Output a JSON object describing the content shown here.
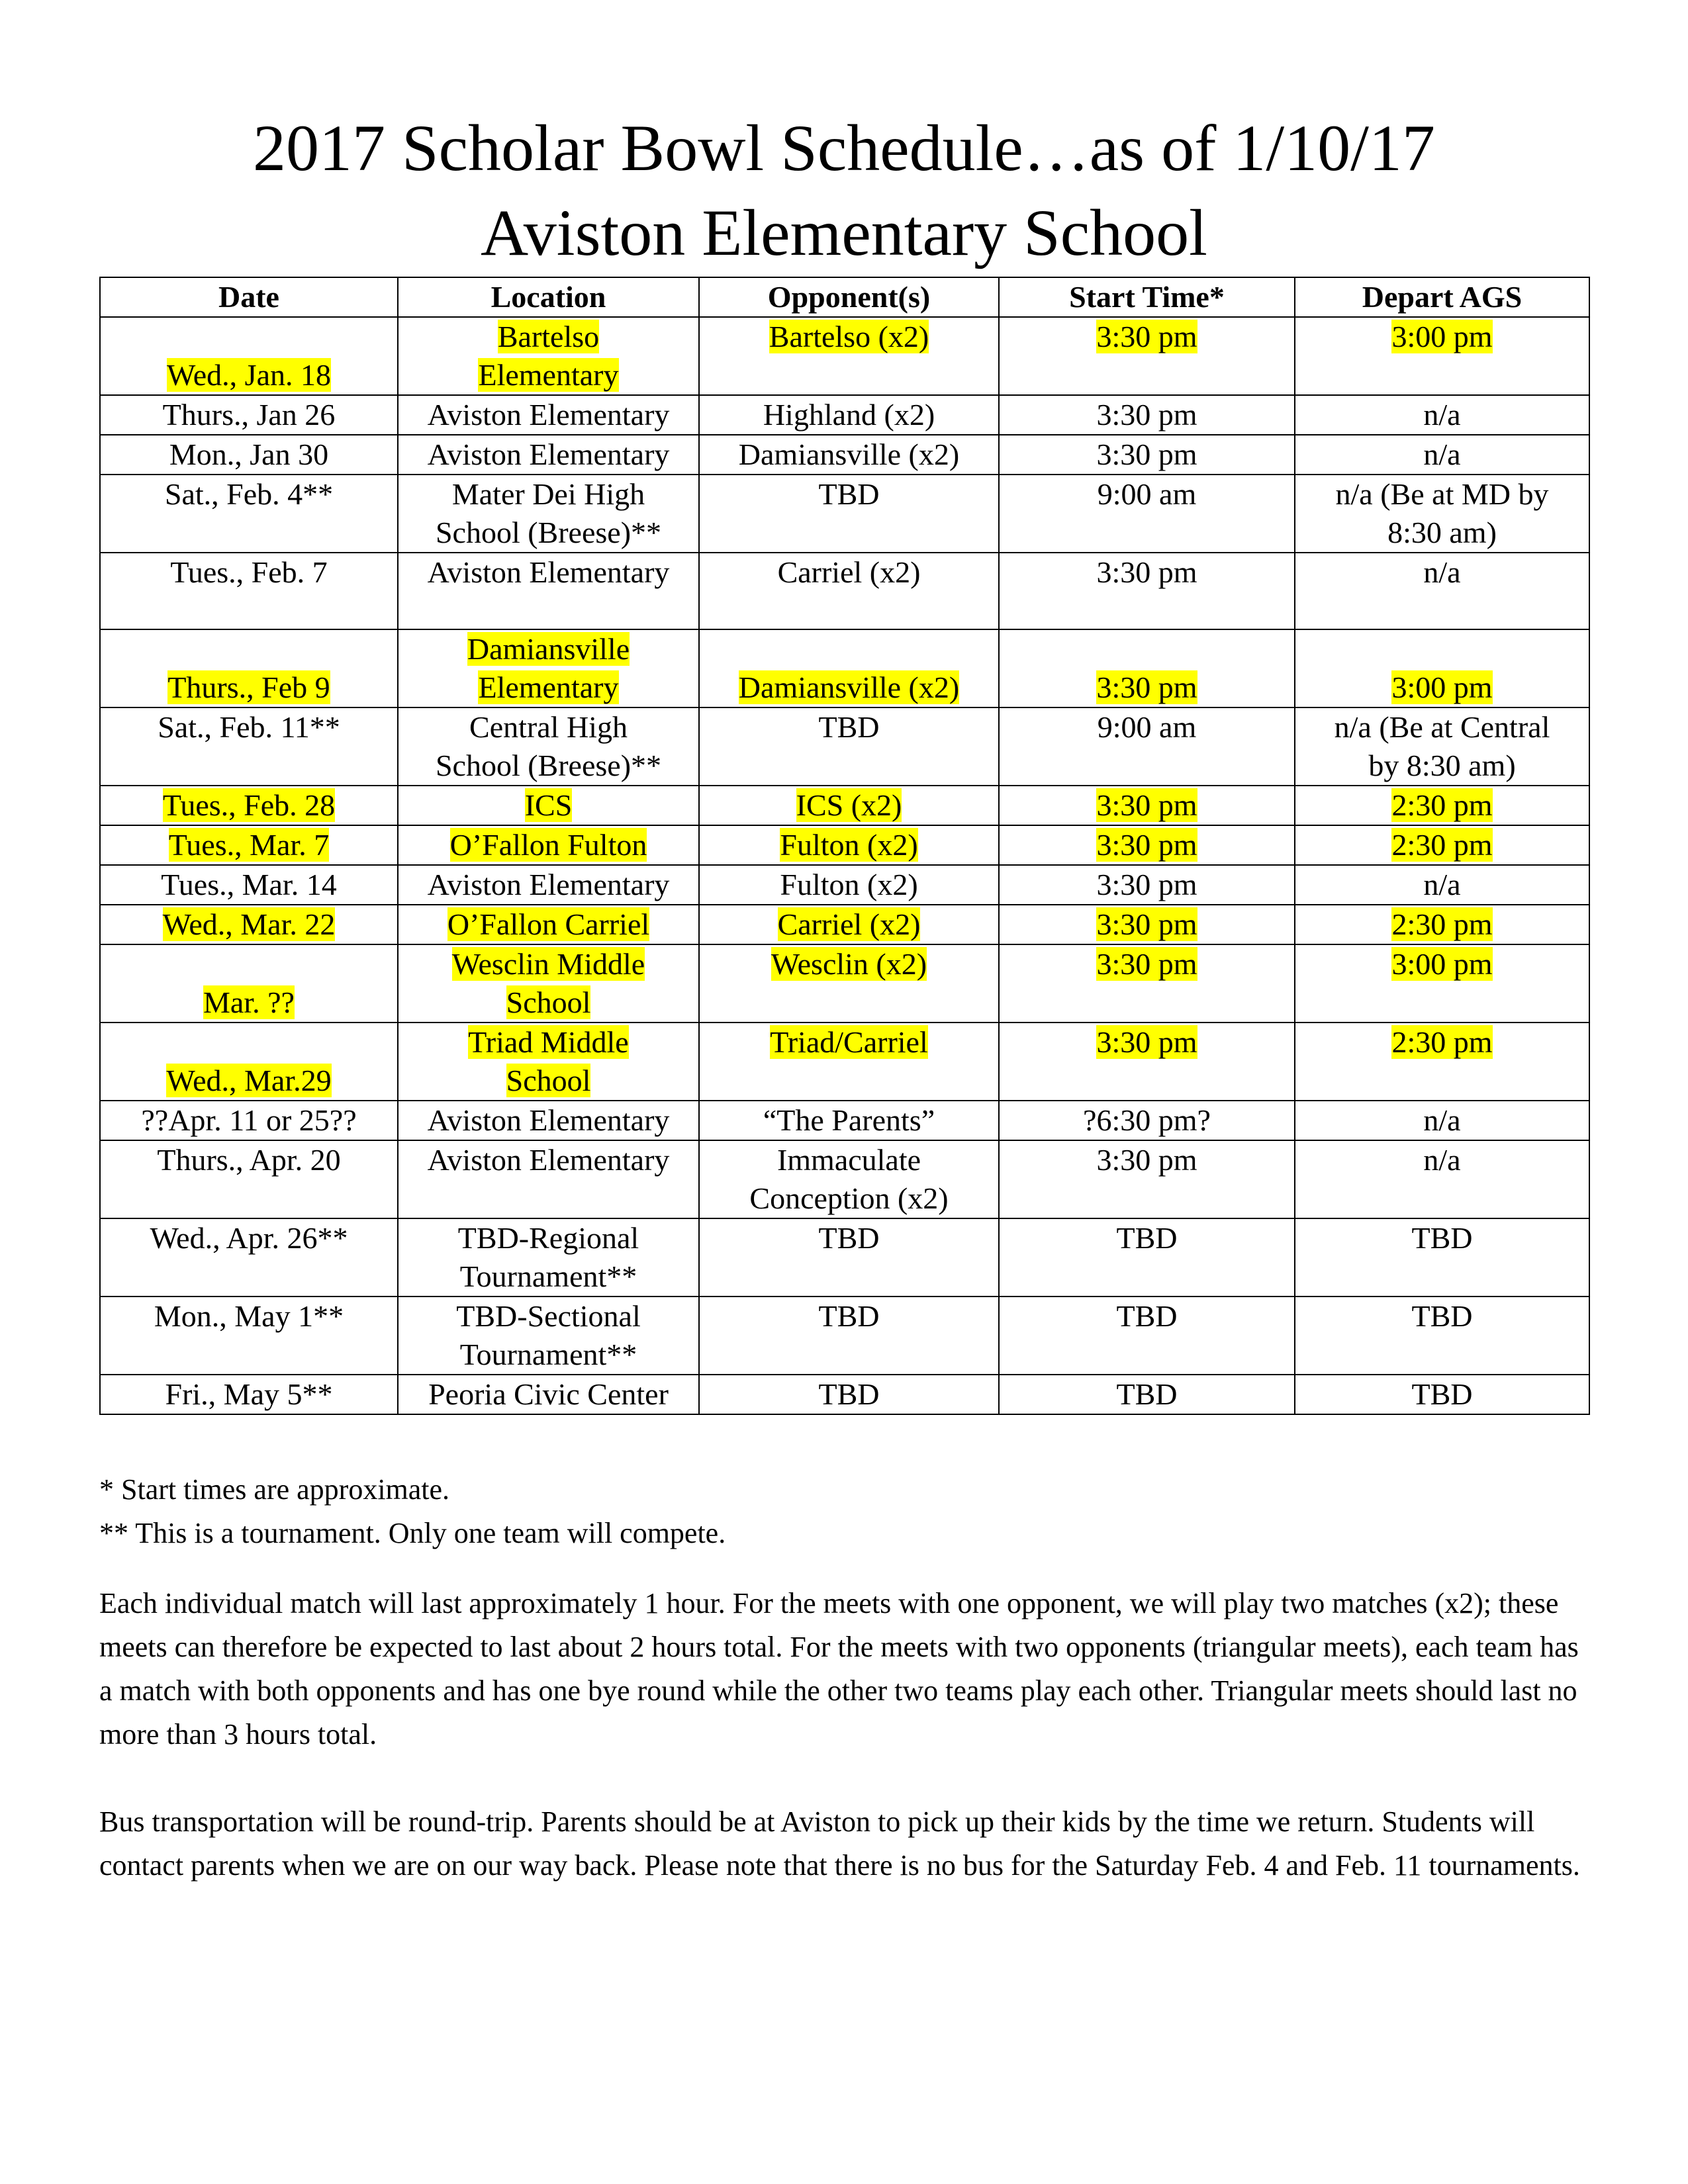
{
  "title": {
    "line1": "2017 Scholar Bowl Schedule…as of 1/10/17",
    "line2": "Aviston Elementary School"
  },
  "table": {
    "headers": [
      "Date",
      "Location",
      "Opponent(s)",
      "Start Time*",
      "Depart AGS"
    ],
    "rows": [
      {
        "date": "Wed., Jan. 18",
        "location": [
          "Bartelso",
          "Elementary"
        ],
        "opponents": [
          "Bartelso (x2)"
        ],
        "start": "3:30 pm",
        "depart": [
          "3:00 pm"
        ],
        "highlight": true
      },
      {
        "date": "Thurs., Jan 26",
        "location": [
          "Aviston Elementary"
        ],
        "opponents": [
          "Highland (x2)"
        ],
        "start": "3:30 pm",
        "depart": [
          "n/a"
        ],
        "highlight": false
      },
      {
        "date": "Mon., Jan 30",
        "location": [
          "Aviston Elementary"
        ],
        "opponents": [
          "Damiansville (x2)"
        ],
        "start": "3:30 pm",
        "depart": [
          "n/a"
        ],
        "highlight": false
      },
      {
        "date": "Sat., Feb. 4**",
        "location": [
          "Mater Dei High",
          "School (Breese)**"
        ],
        "opponents": [
          "TBD"
        ],
        "start": "9:00 am",
        "depart": [
          "n/a (Be at MD by",
          "8:30 am)"
        ],
        "highlight": false
      },
      {
        "date": "Tues., Feb. 7",
        "location": [
          "Aviston Elementary"
        ],
        "opponents": [
          "Carriel (x2)"
        ],
        "start": "3:30 pm",
        "depart": [
          "n/a"
        ],
        "highlight": false
      },
      {
        "date": "Thurs., Feb 9",
        "location": [
          "Damiansville",
          "Elementary"
        ],
        "opponents": [
          "Damiansville (x2)"
        ],
        "start": "3:30 pm",
        "depart": [
          "3:00 pm"
        ],
        "highlight": true
      },
      {
        "date": "Sat., Feb. 11**",
        "location": [
          "Central High",
          "School (Breese)**"
        ],
        "opponents": [
          "TBD"
        ],
        "start": "9:00 am",
        "depart": [
          "n/a (Be at Central",
          "by 8:30 am)"
        ],
        "highlight": false
      },
      {
        "date": "Tues., Feb. 28",
        "location": [
          "ICS"
        ],
        "opponents": [
          "ICS (x2)"
        ],
        "start": "3:30 pm",
        "depart": [
          "2:30 pm"
        ],
        "highlight": true
      },
      {
        "date": "Tues., Mar. 7",
        "location": [
          "O’Fallon Fulton"
        ],
        "opponents": [
          "Fulton (x2)"
        ],
        "start": "3:30 pm",
        "depart": [
          "2:30 pm"
        ],
        "highlight": true
      },
      {
        "date": "Tues., Mar. 14",
        "location": [
          "Aviston Elementary"
        ],
        "opponents": [
          "Fulton (x2)"
        ],
        "start": "3:30 pm",
        "depart": [
          "n/a"
        ],
        "highlight": false
      },
      {
        "date": "Wed., Mar. 22",
        "location": [
          "O’Fallon Carriel"
        ],
        "opponents": [
          "Carriel (x2)"
        ],
        "start": "3:30 pm",
        "depart": [
          "2:30 pm"
        ],
        "highlight": true
      },
      {
        "date": "Mar. ??",
        "location": [
          "Wesclin Middle",
          "School"
        ],
        "opponents": [
          "Wesclin (x2)"
        ],
        "start": "3:30 pm",
        "depart": [
          "3:00 pm"
        ],
        "highlight": true
      },
      {
        "date": "Wed., Mar.29",
        "location": [
          "Triad Middle",
          "School"
        ],
        "opponents": [
          "Triad/Carriel"
        ],
        "start": "3:30 pm",
        "depart": [
          "2:30 pm"
        ],
        "highlight": true
      },
      {
        "date": "??Apr. 11 or 25??",
        "location": [
          "Aviston Elementary"
        ],
        "opponents": [
          "“The Parents”"
        ],
        "start": "?6:30 pm?",
        "depart": [
          "n/a"
        ],
        "highlight": false
      },
      {
        "date": "Thurs., Apr. 20",
        "location": [
          "Aviston Elementary"
        ],
        "opponents": [
          "Immaculate",
          "Conception (x2)"
        ],
        "start": "3:30 pm",
        "depart": [
          "n/a"
        ],
        "highlight": false
      },
      {
        "date": "Wed., Apr. 26**",
        "location": [
          "TBD-Regional",
          "Tournament**"
        ],
        "opponents": [
          "TBD"
        ],
        "start": "TBD",
        "depart": [
          "TBD"
        ],
        "highlight": false
      },
      {
        "date": "Mon., May 1**",
        "location": [
          "TBD-Sectional",
          "Tournament**"
        ],
        "opponents": [
          "TBD"
        ],
        "start": "TBD",
        "depart": [
          "TBD"
        ],
        "highlight": false
      },
      {
        "date": "Fri., May 5**",
        "location": [
          "Peoria Civic Center"
        ],
        "opponents": [
          "TBD"
        ],
        "start": "TBD",
        "depart": [
          "TBD"
        ],
        "highlight": false
      }
    ]
  },
  "notes": {
    "note1": "* Start times are approximate.",
    "note2": "** This is a tournament. Only one team will compete.",
    "para1": "Each individual match will last approximately 1 hour. For the meets with one opponent, we will play two matches (x2); these meets can therefore be expected to last about 2 hours total. For the meets with two opponents (triangular meets), each team has a match with both opponents and has one bye round while the other two teams play each other. Triangular meets should last no more than 3 hours total.",
    "para2": "Bus transportation will be round-trip. Parents should be at Aviston to pick up their kids by the time we return. Students will contact parents when we are on our way back. Please note that there is no bus for the Saturday Feb. 4 and Feb. 11 tournaments."
  },
  "colors": {
    "highlight": "#ffff00",
    "text": "#000000",
    "border": "#000000"
  }
}
